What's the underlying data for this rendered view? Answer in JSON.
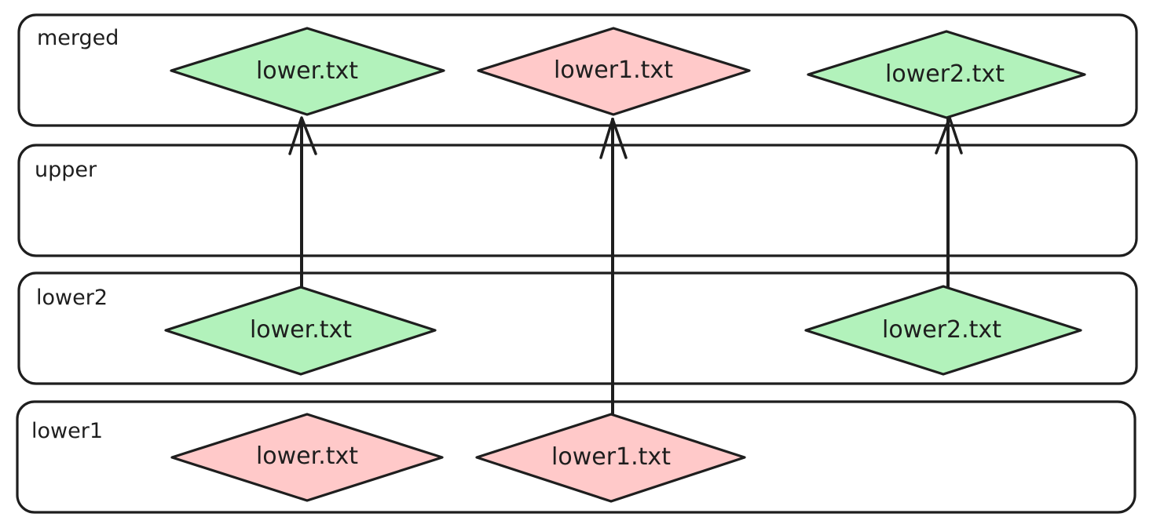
{
  "colors": {
    "visible": "#b2f2bb",
    "hidden": "#ffc9c9",
    "stroke": "#1e1e1e"
  },
  "layers": [
    {
      "id": "merged",
      "label": "merged",
      "files": [
        {
          "name": "lower.txt",
          "status": "visible"
        },
        {
          "name": "lower1.txt",
          "status": "hidden"
        },
        {
          "name": "lower2.txt",
          "status": "visible"
        }
      ]
    },
    {
      "id": "upper",
      "label": "upper",
      "files": []
    },
    {
      "id": "lower2",
      "label": "lower2",
      "files": [
        {
          "name": "lower.txt",
          "status": "visible"
        },
        {
          "name": "lower2.txt",
          "status": "visible"
        }
      ]
    },
    {
      "id": "lower1",
      "label": "lower1",
      "files": [
        {
          "name": "lower.txt",
          "status": "hidden"
        },
        {
          "name": "lower1.txt",
          "status": "hidden"
        }
      ]
    }
  ],
  "arrows": [
    {
      "from": "lower2/lower.txt",
      "to": "merged/lower.txt"
    },
    {
      "from": "lower1/lower1.txt",
      "to": "merged/lower1.txt"
    },
    {
      "from": "lower2/lower2.txt",
      "to": "merged/lower2.txt"
    }
  ]
}
